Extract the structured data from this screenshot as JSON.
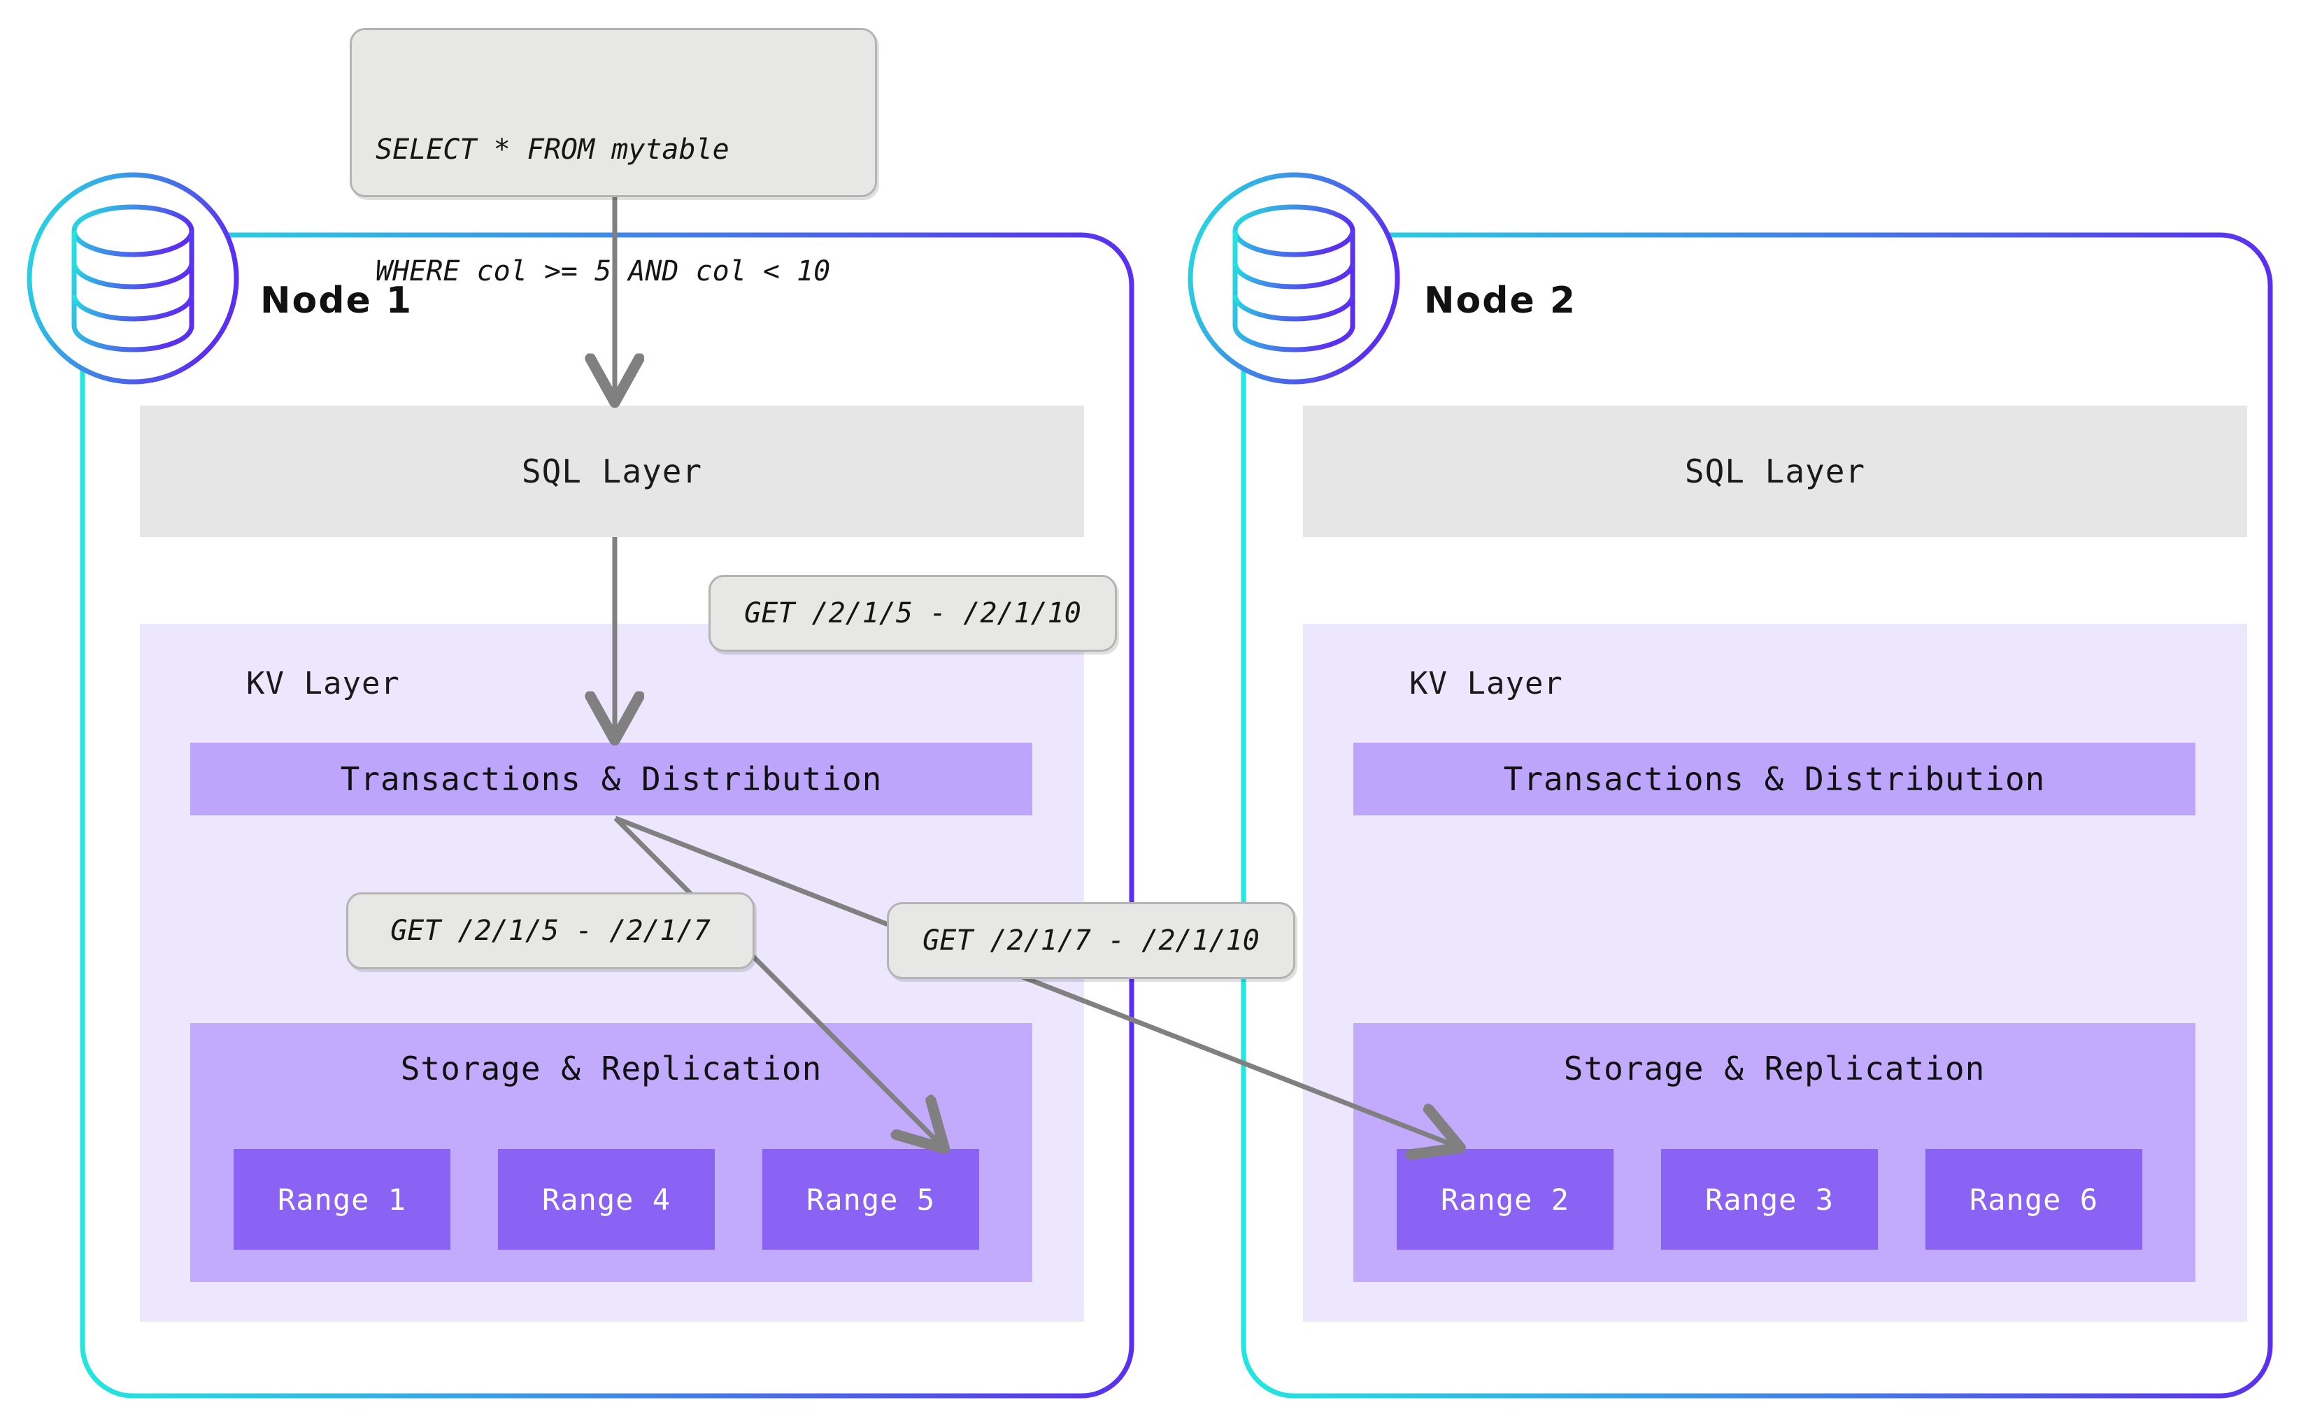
{
  "diagram": {
    "title": "CockroachDB distributed SQL query routing across two nodes",
    "colors": {
      "gradient_start": "#22e6e0",
      "gradient_end": "#5b2ff0",
      "sql_layer_bg": "#e6e6e6",
      "kv_layer_bg": "#ece7fd",
      "tx_bar_bg": "#bda5fc",
      "storage_bg": "#c2aafc",
      "range_bg": "#8a63f5",
      "callout_bg": "#e7e7e5",
      "arrow": "#808080"
    }
  },
  "query_box": {
    "name": "sql-query",
    "line1": "SELECT * FROM mytable",
    "line2": "WHERE col >= 5 AND col < 10"
  },
  "callouts": [
    {
      "id": "kv-request",
      "text": "GET /2/1/5 - /2/1/10"
    },
    {
      "id": "range5-request",
      "text": "GET /2/1/5 - /2/1/7"
    },
    {
      "id": "range2-request",
      "text": "GET /2/1/7 - /2/1/10"
    }
  ],
  "nodes": [
    {
      "id": "node-1",
      "title": "Node 1",
      "icon": "database-icon",
      "sql_layer_label": "SQL Layer",
      "kv_layer_label": "KV Layer",
      "transactions_label": "Transactions & Distribution",
      "storage_label": "Storage & Replication",
      "ranges": [
        "Range 1",
        "Range 4",
        "Range 5"
      ]
    },
    {
      "id": "node-2",
      "title": "Node 2",
      "icon": "database-icon",
      "sql_layer_label": "SQL Layer",
      "kv_layer_label": "KV Layer",
      "transactions_label": "Transactions & Distribution",
      "storage_label": "Storage & Replication",
      "ranges": [
        "Range 2",
        "Range 3",
        "Range 6"
      ]
    }
  ]
}
